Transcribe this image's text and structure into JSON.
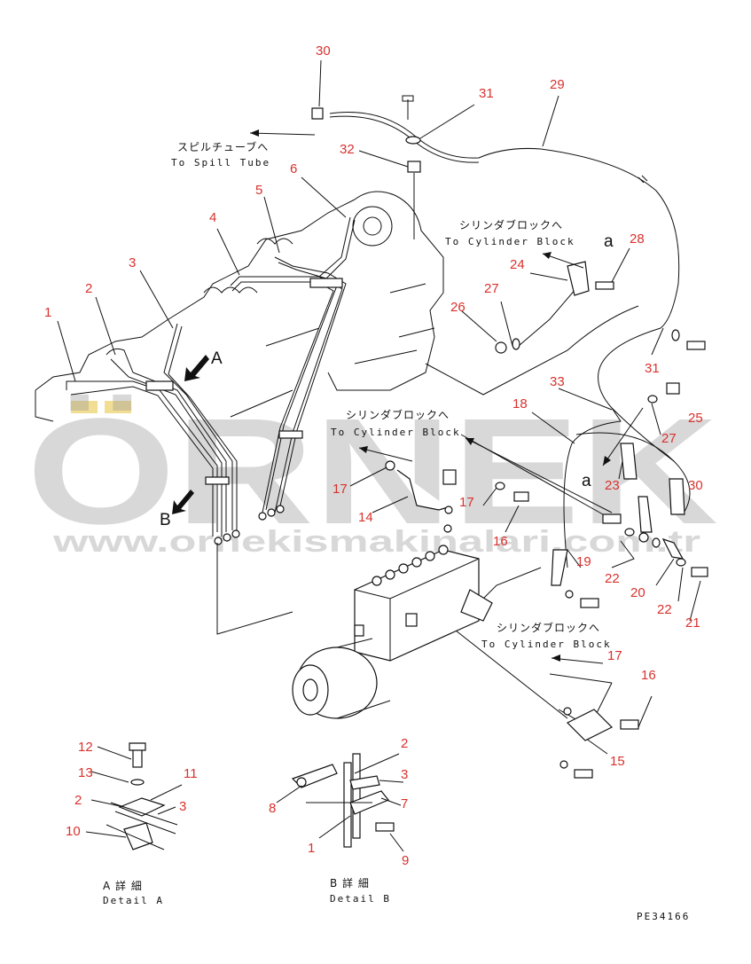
{
  "callouts": {
    "n1": "1",
    "n2": "2",
    "n3": "3",
    "n4": "4",
    "n5": "5",
    "n6": "6",
    "n14": "14",
    "n15": "15",
    "n16a": "16",
    "n16b": "16",
    "n17a": "17",
    "n17b": "17",
    "n17c": "17",
    "n18": "18",
    "n19": "19",
    "n20": "20",
    "n21": "21",
    "n22a": "22",
    "n22b": "22",
    "n23": "23",
    "n24": "24",
    "n25": "25",
    "n26": "26",
    "n27a": "27",
    "n27b": "27",
    "n28": "28",
    "n29": "29",
    "n30a": "30",
    "n30b": "30",
    "n31a": "31",
    "n31b": "31",
    "n32": "32",
    "n33": "33",
    "da2": "2",
    "da3": "3",
    "da10": "10",
    "da11": "11",
    "da12": "12",
    "da13": "13",
    "db1": "1",
    "db2": "2",
    "db3": "3",
    "db7": "7",
    "db8": "8",
    "db9": "9"
  },
  "labels": {
    "spill_jp": "スピルチューブへ",
    "spill_en": "To Spill Tube",
    "cyl1_jp": "シリンダブロックへ",
    "cyl1_en": "To Cylinder Block",
    "cyl2_jp": "シリンダブロックへ",
    "cyl2_en": "To Cylinder Block",
    "cyl3_jp": "シリンダブロックへ",
    "cyl3_en": "To Cylinder Block",
    "view_a": "A",
    "view_b": "B",
    "mark_a1": "a",
    "mark_a2": "a",
    "detail_a_jp": "A 詳 細",
    "detail_a_en": "Detail A",
    "detail_b_jp": "B 詳 細",
    "detail_b_en": "Detail B",
    "drawing_no": "PE34166"
  },
  "watermark": {
    "brand": "ÖRNEK",
    "url": "www.ornekismakinalari.com.tr"
  },
  "colors": {
    "callout": "#d8322e",
    "line": "#111111",
    "watermark": "#9a9a9a",
    "umlaut": "#e8c23a"
  }
}
